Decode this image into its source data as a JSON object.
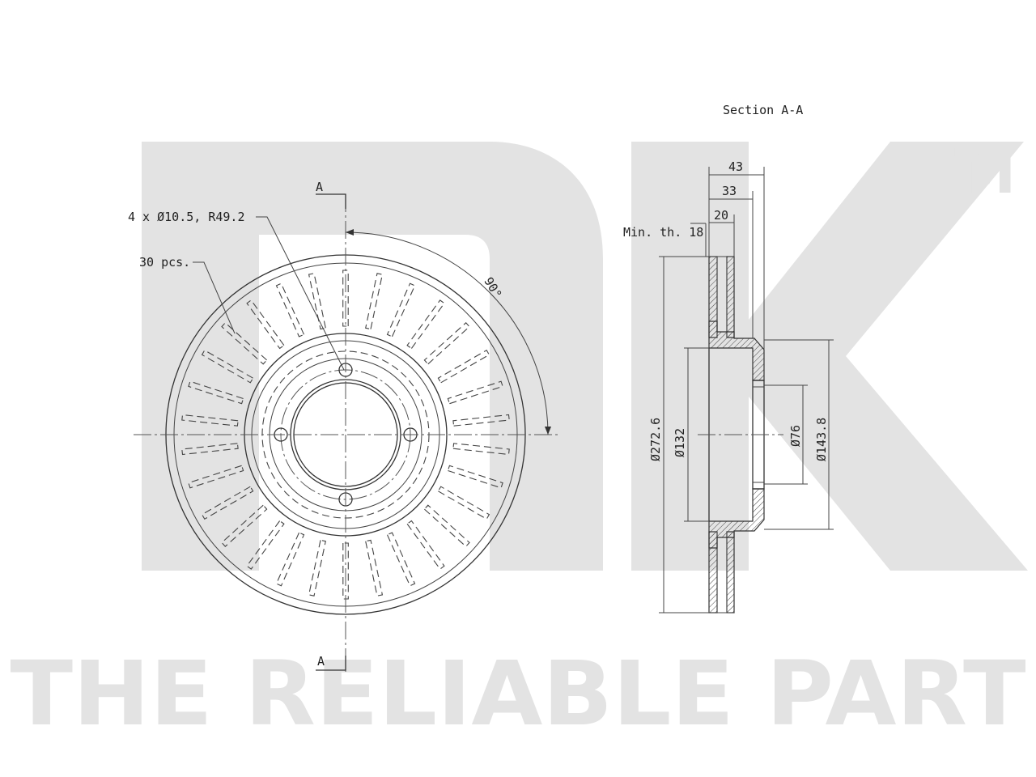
{
  "brand": {
    "logo_letters": "NK",
    "trademark": "TM",
    "tagline": "THE RELIABLE PART"
  },
  "drawing": {
    "section_title": "Section A-A",
    "section_marker": "A",
    "bolt_callout": "4 x Ø10.5, R49.2",
    "vanes_callout": "30 pcs.",
    "angle_label": "90°",
    "min_thickness_label": "Min. th. 18",
    "dimensions": {
      "width_total": "43",
      "width_hat": "33",
      "width_disc": "20",
      "dia_outer": "Ø272.6",
      "dia_132": "Ø132",
      "dia_76": "Ø76",
      "dia_143": "Ø143.8"
    },
    "vane_count": 30,
    "bolt_count": 4
  },
  "colors": {
    "watermark": "#e3e3e3",
    "line": "#333333"
  }
}
